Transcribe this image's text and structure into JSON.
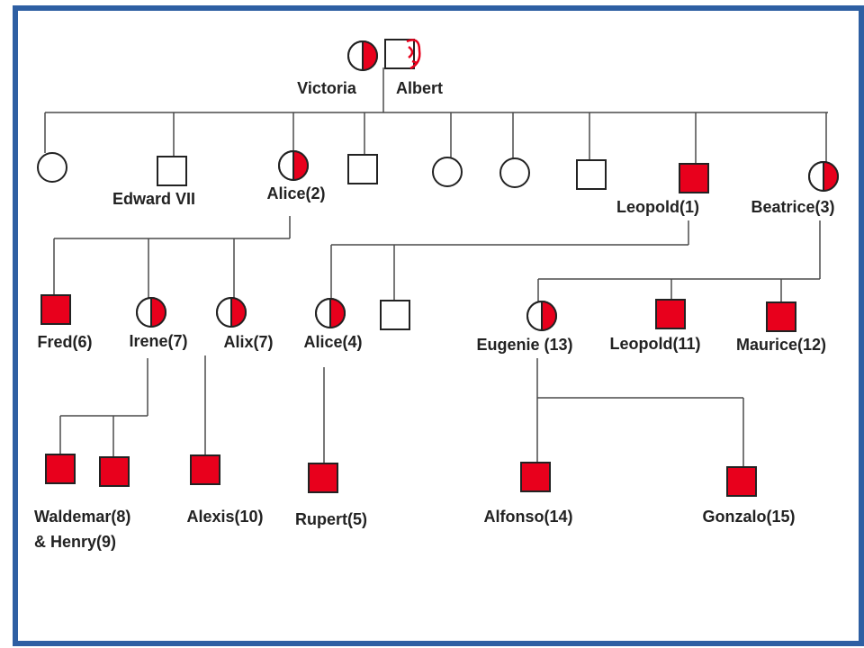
{
  "colors": {
    "affected": "#e8001c",
    "unaffected": "#ffffff",
    "border": "#2e5fa3",
    "line": "#4a4a4a"
  },
  "legend_semantics": {
    "circle": "female",
    "square": "male",
    "half": "carrier",
    "filled": "affected"
  },
  "people": {
    "victoria": {
      "label": "Victoria",
      "shape": "circle",
      "status": "carrier"
    },
    "albert": {
      "label": "Albert",
      "shape": "square",
      "status": "unaffected"
    },
    "c1": {
      "label": "",
      "shape": "circle",
      "status": "unaffected"
    },
    "edward": {
      "label": "Edward VII",
      "shape": "square",
      "status": "unaffected"
    },
    "alice2": {
      "label": "Alice(2)",
      "shape": "circle",
      "status": "carrier"
    },
    "c4": {
      "label": "",
      "shape": "square",
      "status": "unaffected"
    },
    "c5": {
      "label": "",
      "shape": "circle",
      "status": "unaffected"
    },
    "c6": {
      "label": "",
      "shape": "circle",
      "status": "unaffected"
    },
    "c7": {
      "label": "",
      "shape": "square",
      "status": "unaffected"
    },
    "leopold1": {
      "label": "Leopold(1)",
      "shape": "square",
      "status": "affected"
    },
    "beatrice3": {
      "label": "Beatrice(3)",
      "shape": "circle",
      "status": "carrier"
    },
    "fred6": {
      "label": "Fred(6)",
      "shape": "square",
      "status": "affected"
    },
    "irene7": {
      "label": "Irene(7)",
      "shape": "circle",
      "status": "carrier"
    },
    "alix7": {
      "label": "Alix(7)",
      "shape": "circle",
      "status": "carrier"
    },
    "alice4": {
      "label": "Alice(4)",
      "shape": "circle",
      "status": "carrier"
    },
    "alice4sp": {
      "label": "",
      "shape": "square",
      "status": "unaffected"
    },
    "eugenie13": {
      "label": "Eugenie (13)",
      "shape": "circle",
      "status": "carrier"
    },
    "leopold11": {
      "label": "Leopold(11)",
      "shape": "square",
      "status": "affected"
    },
    "maurice12": {
      "label": "Maurice(12)",
      "shape": "square",
      "status": "affected"
    },
    "waldemar8": {
      "label": "",
      "shape": "square",
      "status": "affected"
    },
    "henry9": {
      "label": "",
      "shape": "square",
      "status": "affected"
    },
    "alexis10": {
      "label": "Alexis(10)",
      "shape": "square",
      "status": "affected"
    },
    "rupert5": {
      "label": "Rupert(5)",
      "shape": "square",
      "status": "affected"
    },
    "alfonso14": {
      "label": "Alfonso(14)",
      "shape": "square",
      "status": "affected"
    },
    "gonzalo15": {
      "label": "Gonzalo(15)",
      "shape": "square",
      "status": "affected"
    }
  },
  "captions": {
    "waldemar_henry_line1": "Waldemar(8)",
    "waldemar_henry_line2": "& Henry(9)"
  }
}
